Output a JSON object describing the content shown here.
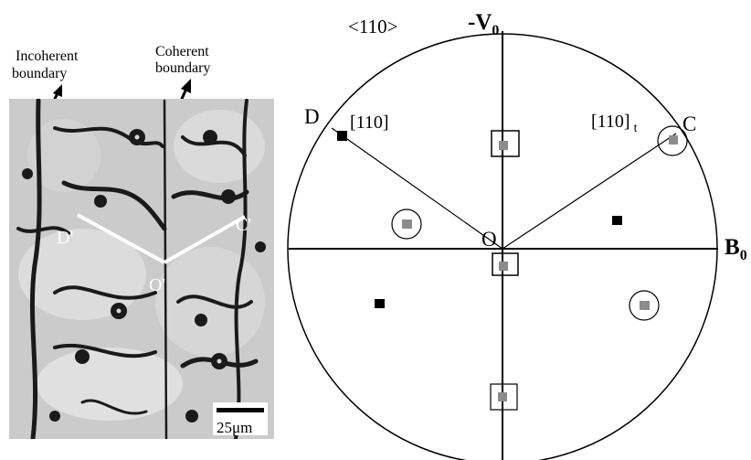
{
  "micrograph": {
    "incoherent_label_line1": "Incoherent",
    "incoherent_label_line2": "boundary",
    "coherent_label_line1": "Coherent",
    "coherent_label_line2": "boundary",
    "point_d": "D'",
    "point_c": "C'",
    "point_o": "O'",
    "scale_bar": "25μm"
  },
  "pole_figure": {
    "zone_label": "<110>",
    "top_axis_label": "-V",
    "top_axis_sub": "0",
    "right_axis_label": "B",
    "right_axis_sub": "0",
    "center_label": "O",
    "point_d": "D",
    "point_c": "C",
    "pole_d_label": "[110]",
    "pole_c_label": "[110]",
    "pole_c_sub": "t"
  },
  "colors": {
    "black_pole": "#000000",
    "gray_pole": "#8c8c8c",
    "micrograph_bg": "#c9c9c9",
    "trace_line": "#ffffff"
  }
}
